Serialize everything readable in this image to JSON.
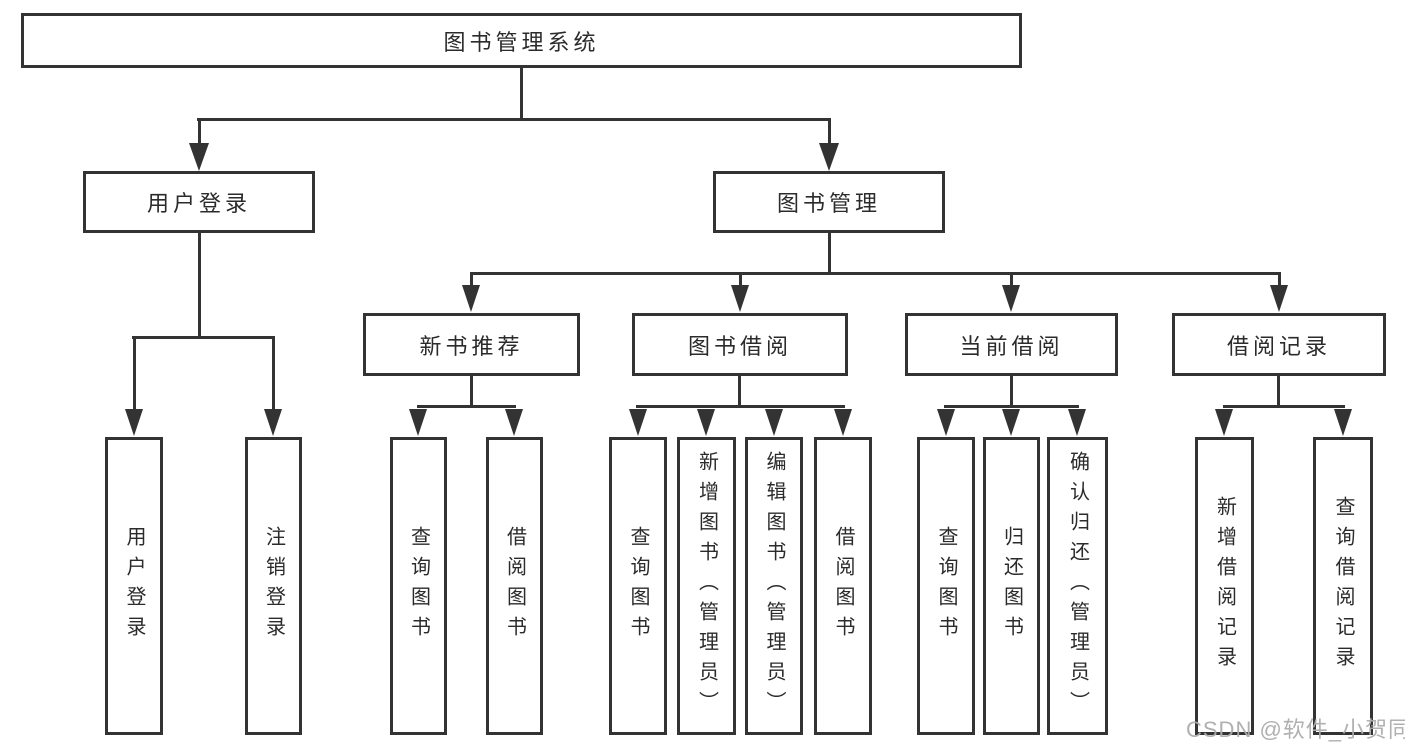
{
  "diagram": {
    "root": "图书管理系统",
    "level2": {
      "user_login": "用户登录",
      "book_mgmt": "图书管理"
    },
    "level3": {
      "new_book_rec": "新书推荐",
      "book_borrow": "图书借阅",
      "current_borrow": "当前借阅",
      "borrow_records": "借阅记录"
    },
    "leaves": {
      "user_login": "用户登录",
      "logout": "注销登录",
      "rec_query_book": "查询图书",
      "rec_borrow_book": "借阅图书",
      "bb_query_book": "查询图书",
      "bb_add_book": "新增图书（管理员）",
      "bb_edit_book": "编辑图书（管理员）",
      "bb_borrow_book": "借阅图书",
      "cb_query_book": "查询图书",
      "cb_return_book": "归还图书",
      "cb_confirm_return": "确认归还（管理员）",
      "br_add_record": "新增借阅记录",
      "br_query_record": "查询借阅记录"
    }
  },
  "watermark": {
    "text": "CSDN @软件_小贺同学"
  },
  "colors": {
    "line": "#333333",
    "text": "#2b2b2b",
    "background": "#ffffff",
    "watermark": "#acacac"
  }
}
